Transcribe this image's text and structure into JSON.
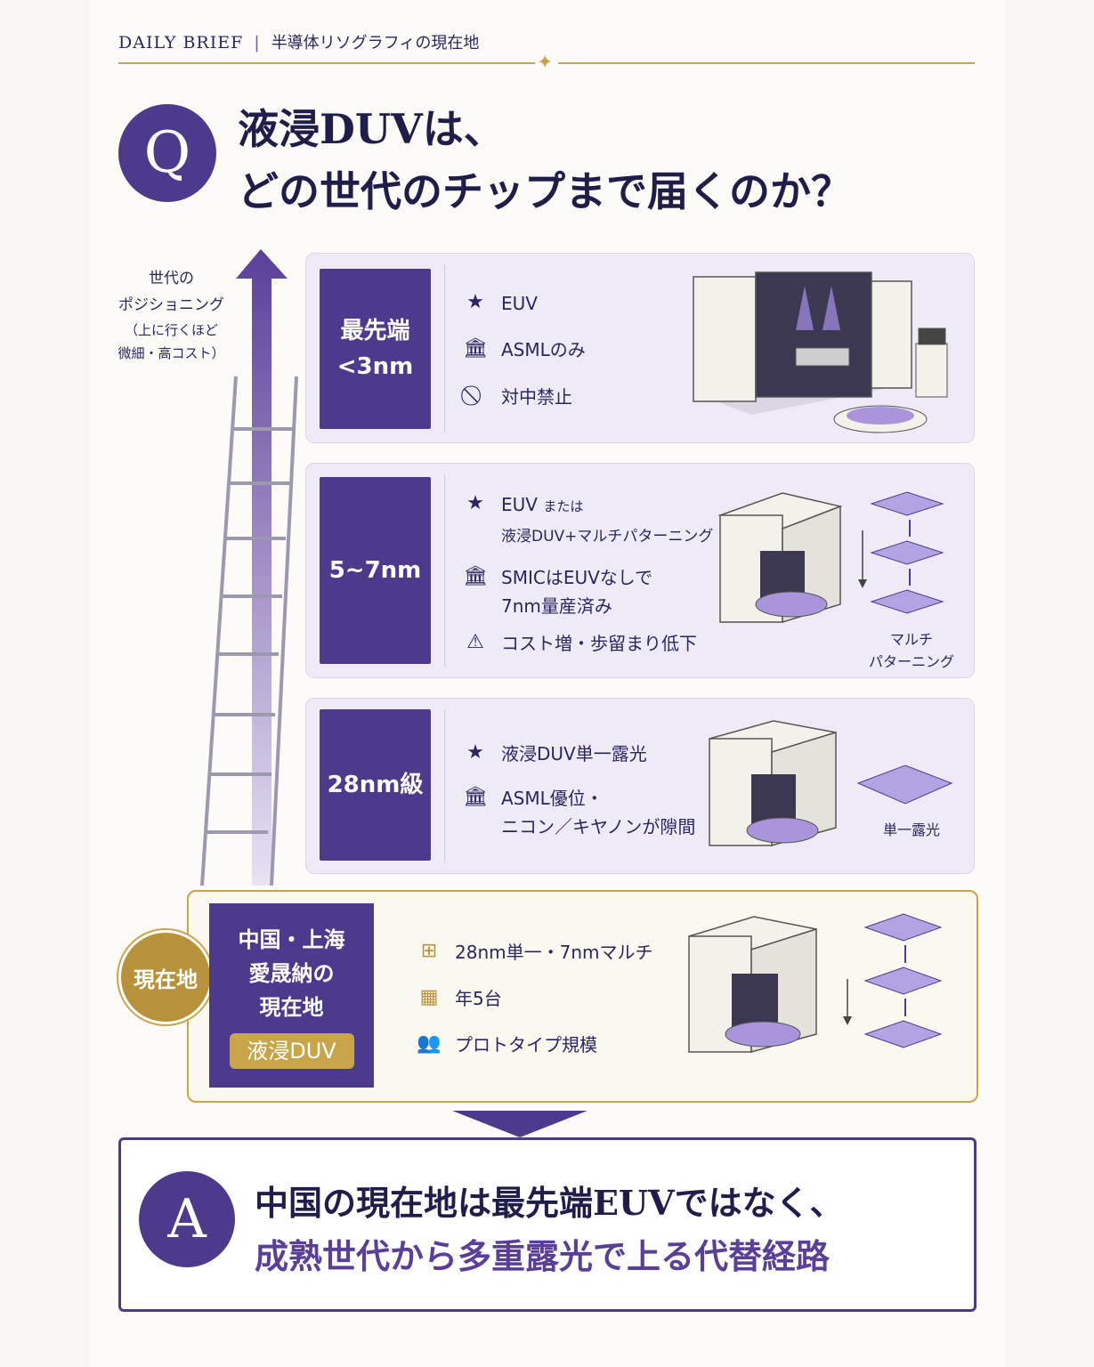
{
  "header": {
    "brand": "DAILY BRIEF",
    "separator": "|",
    "topic": "半導体リソグラフィの現在地"
  },
  "question": {
    "mark": "Q",
    "line1": "液浸DUVは、",
    "line2": "どの世代のチップまで届くのか？"
  },
  "axis": {
    "line1": "世代の",
    "line2": "ポジショニング",
    "line3": "（上に行くほど",
    "line4": "微細・高コスト）"
  },
  "tiers": [
    {
      "gen_line1": "最先端",
      "gen_line2": "<3nm",
      "items": [
        {
          "icon": "star-icon",
          "text": "EUV"
        },
        {
          "icon": "institution-icon",
          "text": "ASMLのみ"
        },
        {
          "icon": "prohibited-icon",
          "text": "対中禁止"
        }
      ]
    },
    {
      "gen_line1": "5~7nm",
      "items": [
        {
          "icon": "star-icon",
          "text": "EUV",
          "suffix": "または",
          "text2": "液浸DUV+マルチパターニング"
        },
        {
          "icon": "institution-icon",
          "text": "SMICはEUVなしで",
          "text2": "7nm量産済み"
        },
        {
          "icon": "warning-icon",
          "text": "コスト増・歩留まり低下"
        }
      ],
      "caption1": "マルチ",
      "caption2": "パターニング"
    },
    {
      "gen_line1": "28nm級",
      "items": [
        {
          "icon": "star-icon",
          "text": "液浸DUV単一露光"
        },
        {
          "icon": "institution-icon",
          "text": "ASML優位・",
          "text2": "ニコン／キヤノンが隙間"
        }
      ],
      "caption1": "単一露光"
    }
  ],
  "current": {
    "badge": "現在地",
    "title1": "中国・上海",
    "title2": "愛晟納の",
    "title3": "現在地",
    "pill": "液浸DUV",
    "items": [
      {
        "icon": "grid-icon",
        "text": "28nm単一・7nmマルチ"
      },
      {
        "icon": "calendar-icon",
        "text": "年5台"
      },
      {
        "icon": "people-icon",
        "text": "プロトタイプ規模"
      }
    ]
  },
  "answer": {
    "mark": "A",
    "line1": "中国の現在地は最先端EUVではなく、",
    "line2": "成熟世代から多重露光で上る代替経路"
  },
  "colors": {
    "purple": "#4e3a8c",
    "gold": "#c9a54a",
    "navy": "#1f1d4a"
  }
}
